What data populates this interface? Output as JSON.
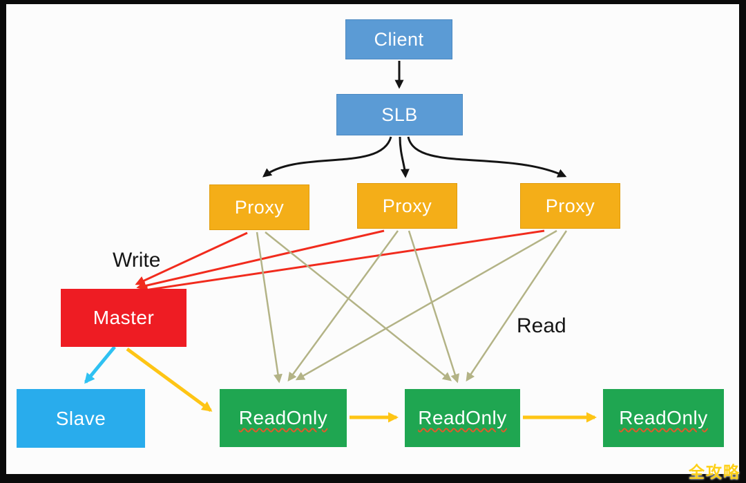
{
  "diagram": {
    "nodes": {
      "client": {
        "label": "Client"
      },
      "slb": {
        "label": "SLB"
      },
      "proxies": [
        {
          "label": "Proxy"
        },
        {
          "label": "Proxy"
        },
        {
          "label": "Proxy"
        }
      ],
      "master": {
        "label": "Master"
      },
      "slave": {
        "label": "Slave"
      },
      "readonly": [
        {
          "label": "ReadOnly"
        },
        {
          "label": "ReadOnly"
        },
        {
          "label": "ReadOnly"
        }
      ]
    },
    "edge_labels": {
      "write": "Write",
      "read": "Read"
    },
    "watermark": "全攻略",
    "colors": {
      "frame_black": "#0a0a0a",
      "background": "#fcfcfc",
      "node_blue": "#5b9bd5",
      "node_blue_border": "#4a88c0",
      "node_orange": "#f4ae18",
      "node_orange_border": "#e09b0a",
      "node_red": "#ee1c23",
      "node_cyan": "#29acec",
      "node_green": "#1fa651",
      "edge_black": "#141414",
      "edge_write_red": "#f12b1d",
      "edge_read_olive": "#b3b386",
      "edge_replicate_yellow": "#fec515",
      "edge_slave_cyan": "#2fc1f2",
      "readonly_underline": "#e05a2b",
      "watermark_yellow": "#fdd017"
    }
  }
}
